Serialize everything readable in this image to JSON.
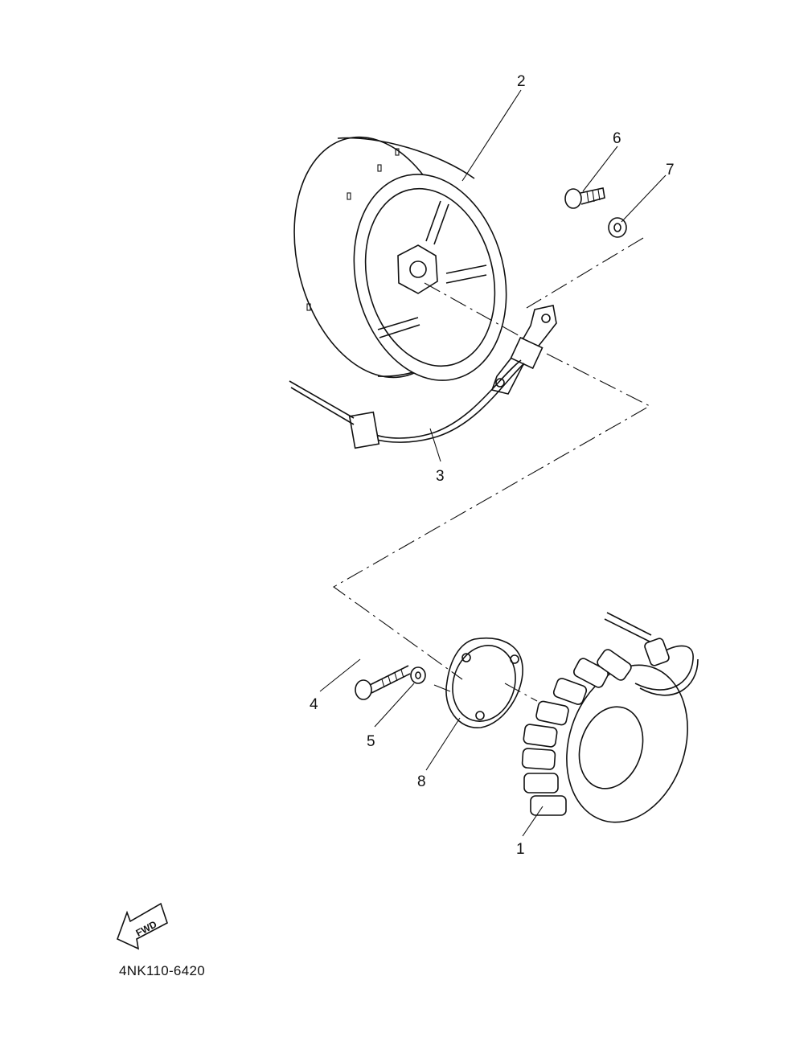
{
  "diagram": {
    "part_code": "4NK110-6420",
    "fwd_label": "FWD",
    "callouts": [
      {
        "id": "1",
        "label": "1"
      },
      {
        "id": "2",
        "label": "2"
      },
      {
        "id": "3",
        "label": "3"
      },
      {
        "id": "4",
        "label": "4"
      },
      {
        "id": "5",
        "label": "5"
      },
      {
        "id": "6",
        "label": "6"
      },
      {
        "id": "7",
        "label": "7"
      },
      {
        "id": "8",
        "label": "8"
      }
    ]
  }
}
